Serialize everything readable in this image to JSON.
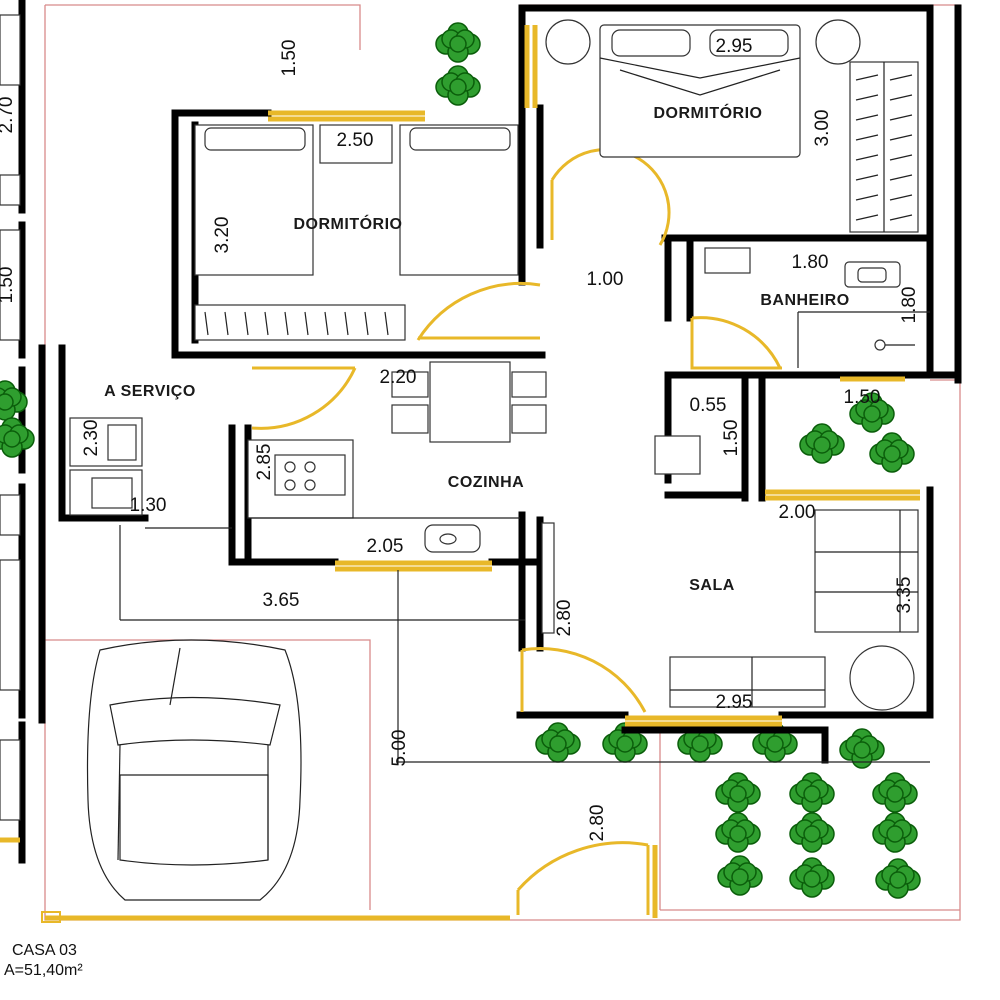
{
  "plan": {
    "rooms": {
      "dormitorio_main": "DORMITÓRIO",
      "dormitorio_second": "DORMITÓRIO",
      "banheiro": "BANHEIRO",
      "area_servico": "A SERVIÇO",
      "cozinha": "COZINHA",
      "sala": "SALA"
    },
    "dimensions": {
      "recuo_top": "1.50",
      "dorm_main_width": "2.95",
      "dorm_main_depth": "3.00",
      "dorm_second_width": "2.50",
      "dorm_second_depth": "3.20",
      "hall_width": "1.00",
      "banheiro_width": "1.80",
      "banheiro_depth": "1.80",
      "cozinha_top": "2.20",
      "servico_depth": "2.30",
      "servico_width": "1.30",
      "cozinha_wall": "2.85",
      "closet_width": "0.55",
      "closet_depth": "1.50",
      "patio_width": "1.50",
      "sala_top": "2.00",
      "sala_depth": "3.35",
      "cozinha_bottom": "2.05",
      "total_width": "3.65",
      "sala_wall": "2.80",
      "sala_bottom": "2.95",
      "garage_depth": "5.00",
      "gate_width": "2.80",
      "left_neighbor_1": "2.70",
      "left_neighbor_2": "1.50"
    }
  },
  "caption": {
    "name": "CASA 03",
    "area": "A=51,40m²"
  },
  "colors": {
    "walls": "#000000",
    "windows_doors": "#e8b829",
    "vegetation": "#2f9e2f",
    "lot_line": "#d88a8a"
  }
}
